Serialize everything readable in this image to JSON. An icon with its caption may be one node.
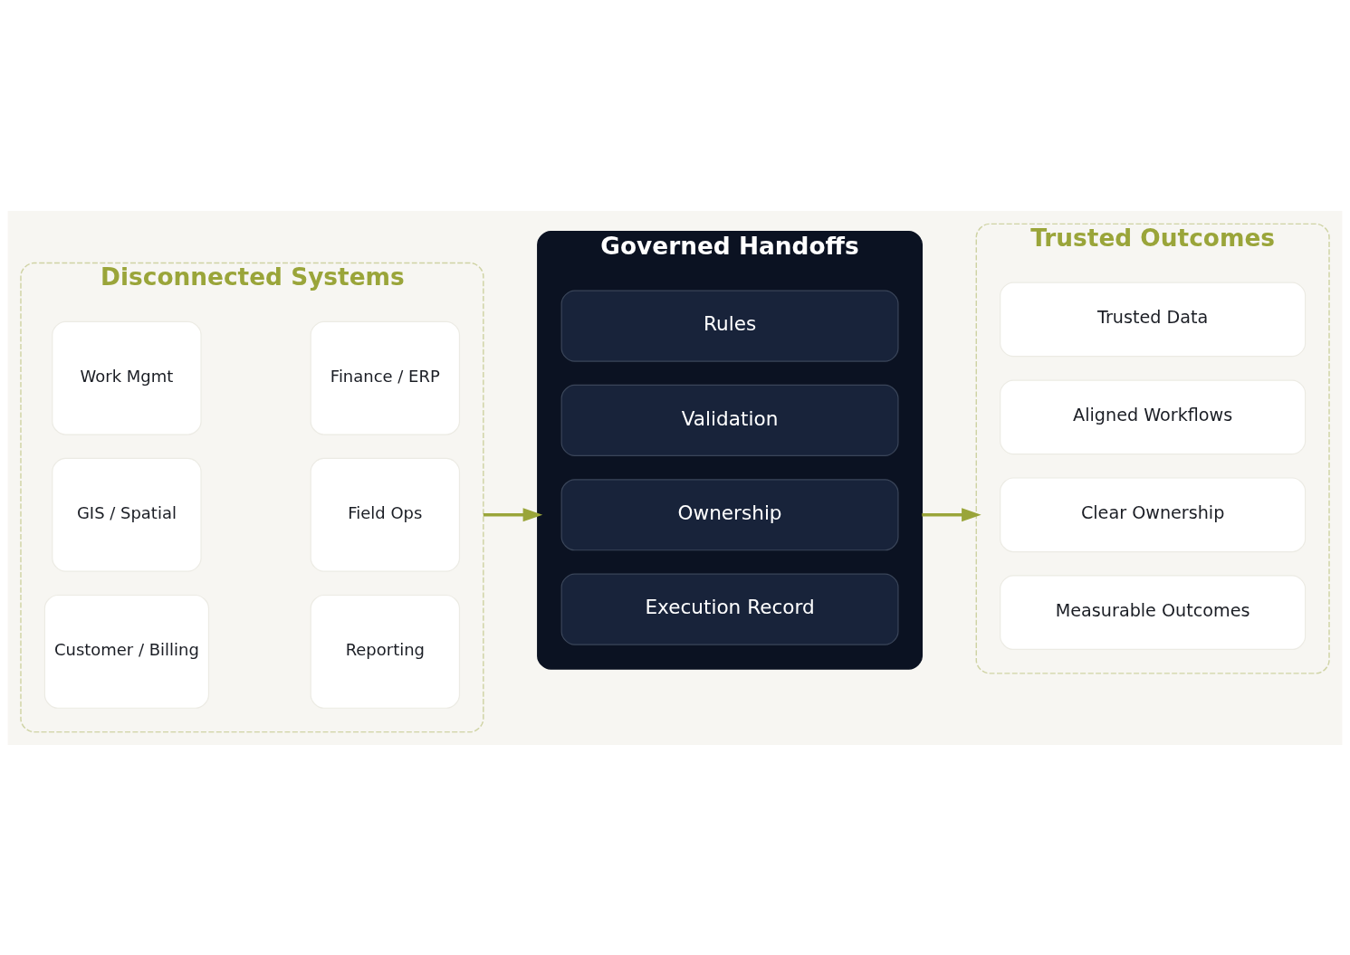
{
  "diagram": {
    "nodes": [
      {
        "text": [
          "Disconnected Systems"
        ]
      },
      {
        "text": [
          "Work Mgmt"
        ],
        "in": 0
      },
      {
        "text": [
          "Finance / ERP"
        ],
        "in": 0
      },
      {
        "text": [
          "GIS / Spatial"
        ],
        "in": 0
      },
      {
        "text": [
          "Field Ops"
        ],
        "in": 0
      },
      {
        "text": [
          "Customer / Billing"
        ],
        "in": 0
      },
      {
        "text": [
          "Reporting"
        ],
        "in": 0
      },
      {
        "text": [
          "Governed Handoffs"
        ]
      },
      {
        "text": [
          "Rules"
        ],
        "in": 7
      },
      {
        "text": [
          "Validation"
        ],
        "in": 7
      },
      {
        "text": [
          "Ownership"
        ],
        "in": 7
      },
      {
        "text": [
          "Execution Record"
        ],
        "in": 7
      },
      {
        "text": [
          "Trusted Outcomes"
        ]
      },
      {
        "text": [
          "Trusted Data"
        ],
        "in": 12
      },
      {
        "text": [
          "Aligned Workflows"
        ],
        "in": 12
      },
      {
        "text": [
          "Clear Ownership"
        ],
        "in": 12
      },
      {
        "text": [
          "Measurable Outcomes"
        ],
        "in": 12
      }
    ],
    "edges": [
      {
        "from": 0,
        "to": 7,
        "arrow": "to"
      },
      {
        "from": 7,
        "to": 12,
        "arrow": "to"
      }
    ]
  }
}
